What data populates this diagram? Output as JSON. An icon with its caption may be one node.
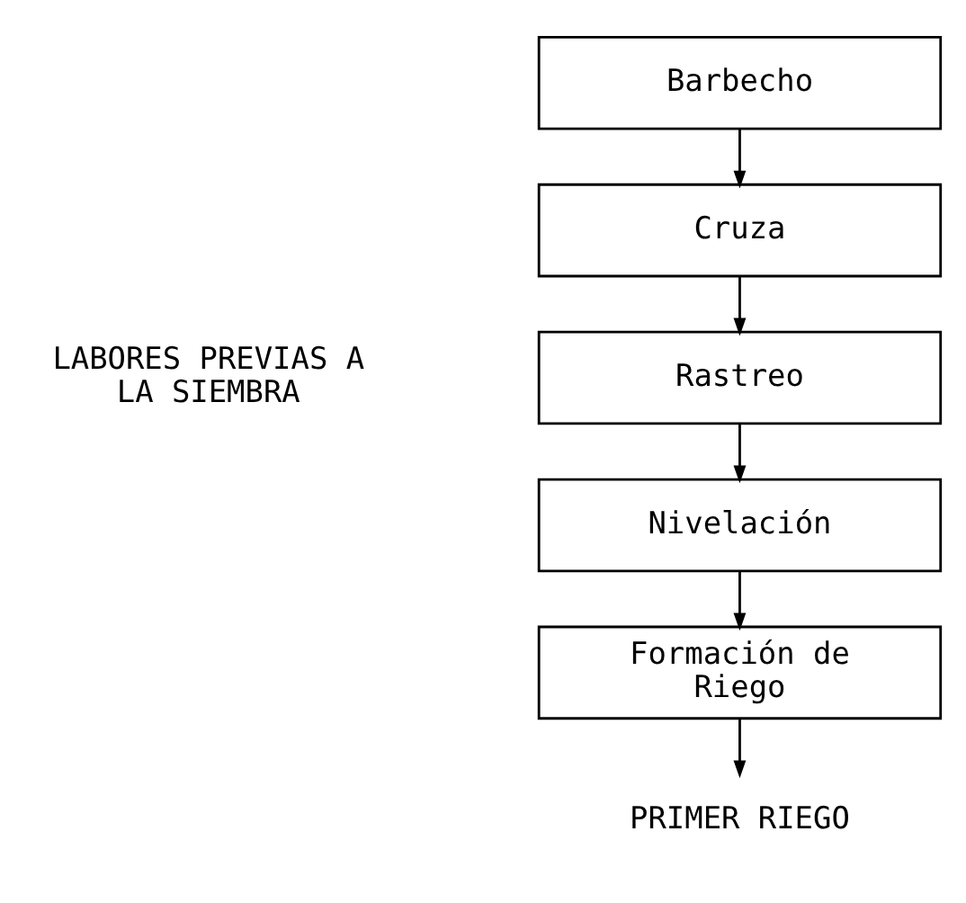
{
  "diagram": {
    "nodes": [
      {
        "text": [
          "Barbecho"
        ]
      },
      {
        "text": [
          "Cruza"
        ]
      },
      {
        "text": [
          "Rastreo"
        ]
      },
      {
        "text": [
          "Nivelación"
        ]
      },
      {
        "text": [
          "Formación de Riego"
        ]
      },
      {
        "text": [
          "PRIMER RIEGO"
        ]
      }
    ],
    "edges": [
      {
        "from": 0,
        "to": 1,
        "arrow": "to"
      },
      {
        "from": 1,
        "to": 2,
        "arrow": "to"
      },
      {
        "from": 2,
        "to": 3,
        "arrow": "to"
      },
      {
        "from": 3,
        "to": 4,
        "arrow": "to"
      },
      {
        "from": 4,
        "to": 5,
        "arrow": "to"
      }
    ],
    "labels": [
      "LABORES PREVIAS A LA SIEMBRA"
    ]
  }
}
